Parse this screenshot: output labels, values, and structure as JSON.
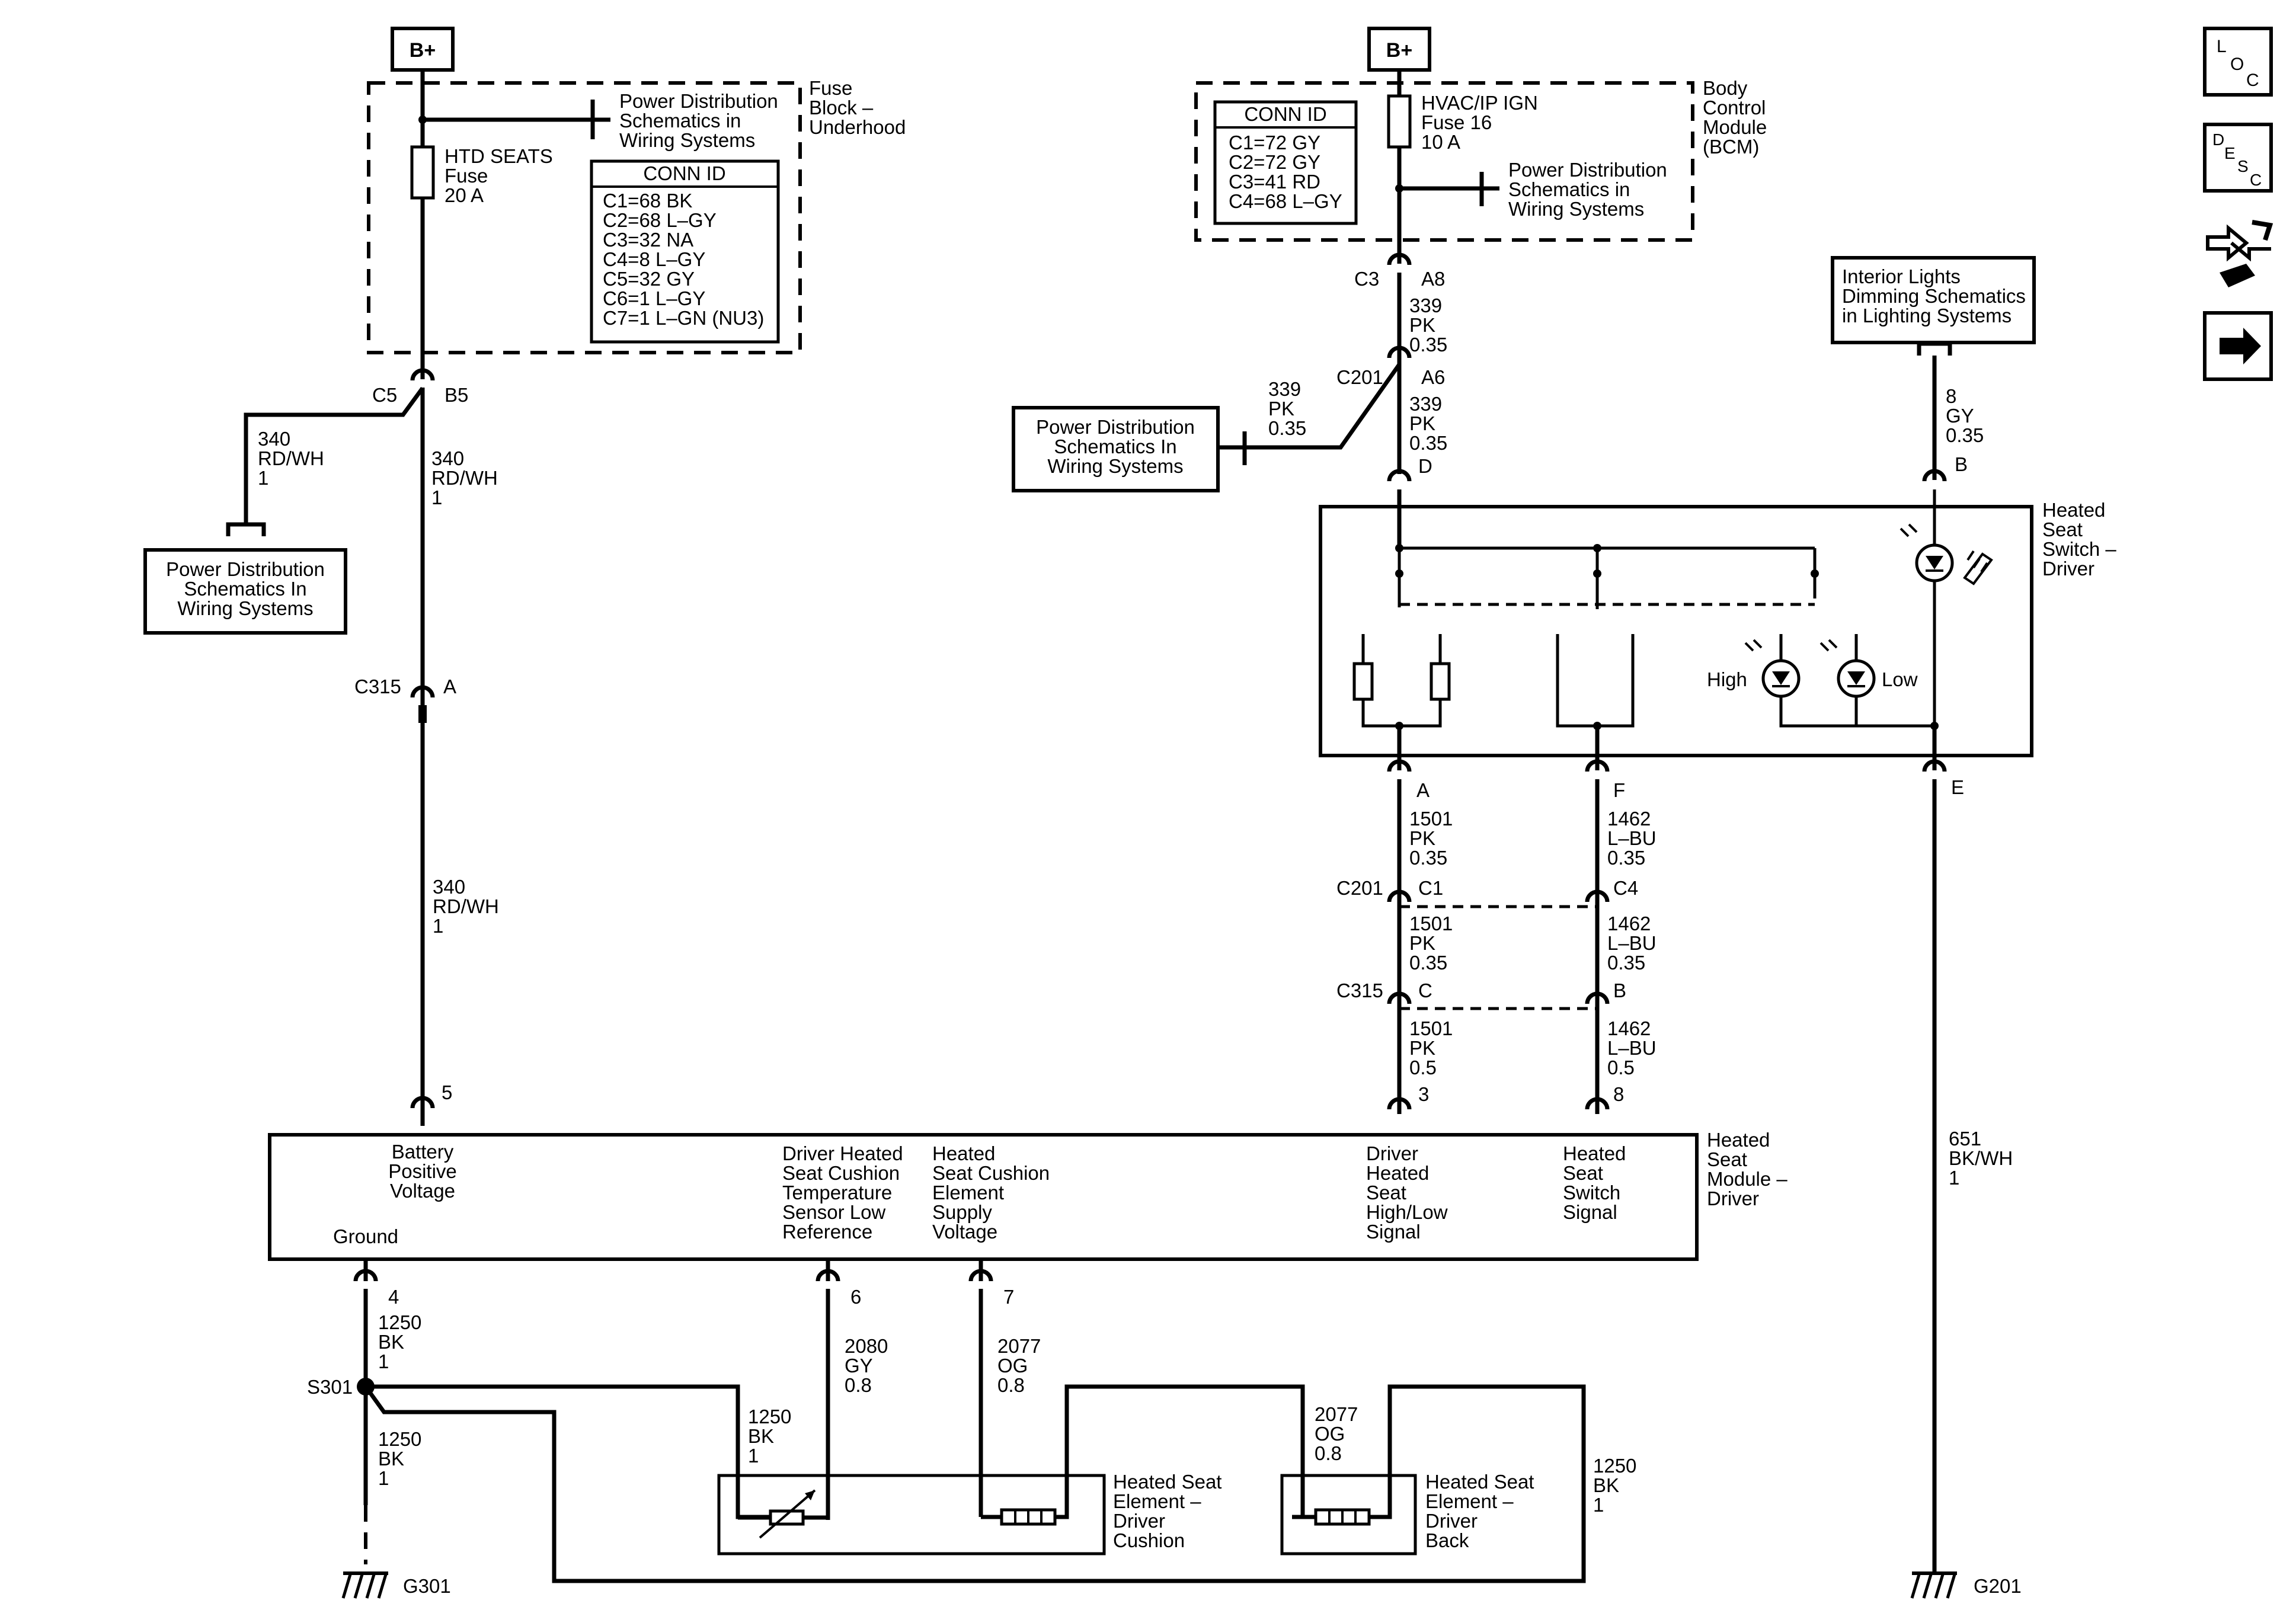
{
  "battery_plus": "B+",
  "fuse_block": {
    "title": [
      "Fuse",
      "Block –",
      "Underhood"
    ],
    "fuse": [
      "HTD SEATS",
      "Fuse",
      "20 A"
    ],
    "pd_ref": [
      "Power Distribution",
      "Schematics in",
      "Wiring Systems"
    ],
    "conn_id_title": "CONN ID",
    "conn_id": [
      "C1=68 BK",
      "C2=68 L–GY",
      "C3=32 NA",
      "C4=8 L–GY",
      "C5=32 GY",
      "C6=1 L–GY",
      "C7=1 L–GN (NU3)"
    ]
  },
  "bcm": {
    "title": [
      "Body",
      "Control",
      "Module",
      "(BCM)"
    ],
    "fuse": [
      "HVAC/IP IGN",
      "Fuse 16",
      "10 A"
    ],
    "pd_ref": [
      "Power Distribution",
      "Schematics in",
      "Wiring Systems"
    ],
    "conn_id_title": "CONN ID",
    "conn_id": [
      "C1=72 GY",
      "C2=72 GY",
      "C3=41 RD",
      "C4=68 L–GY"
    ]
  },
  "left_pd_ref": [
    "Power Distribution",
    "Schematics In",
    "Wiring Systems"
  ],
  "mid_pd_ref": [
    "Power Distribution",
    "Schematics In",
    "Wiring Systems"
  ],
  "dimming_ref": [
    "Interior Lights",
    "Dimming Schematics",
    "in Lighting Systems"
  ],
  "connectors": {
    "c5": "C5",
    "b5": "B5",
    "c315": "C315",
    "a": "A",
    "pin5": "5",
    "c3": "C3",
    "a8": "A8",
    "c201": "C201",
    "a6": "A6",
    "d": "D",
    "b": "B",
    "e": "E",
    "pa": "A",
    "pf": "F",
    "c201b": "C201",
    "c1": "C1",
    "c4": "C4",
    "c315b": "C315",
    "c": "C",
    "bb": "B",
    "p3": "3",
    "p8": "8",
    "p4": "4",
    "p6": "6",
    "p7": "7"
  },
  "wires": {
    "w340a": [
      "340",
      "RD/WH",
      "1"
    ],
    "w340b": [
      "340",
      "RD/WH",
      "1"
    ],
    "w340c": [
      "340",
      "RD/WH",
      "1"
    ],
    "w339a": [
      "339",
      "PK",
      "0.35"
    ],
    "w339b": [
      "339",
      "PK",
      "0.35"
    ],
    "w339c": [
      "339",
      "PK",
      "0.35"
    ],
    "w8": [
      "8",
      "GY",
      "0.35"
    ],
    "w1501a": [
      "1501",
      "PK",
      "0.35"
    ],
    "w1462a": [
      "1462",
      "L–BU",
      "0.35"
    ],
    "w1501b": [
      "1501",
      "PK",
      "0.35"
    ],
    "w1462b": [
      "1462",
      "L–BU",
      "0.35"
    ],
    "w1501c": [
      "1501",
      "PK",
      "0.5"
    ],
    "w1462c": [
      "1462",
      "L–BU",
      "0.5"
    ],
    "w651": [
      "651",
      "BK/WH",
      "1"
    ],
    "w1250a": [
      "1250",
      "BK",
      "1"
    ],
    "w1250b": [
      "1250",
      "BK",
      "1"
    ],
    "w1250c": [
      "1250",
      "BK",
      "1"
    ],
    "w1250d": [
      "1250",
      "BK",
      "1"
    ],
    "w2080": [
      "2080",
      "GY",
      "0.8"
    ],
    "w2077a": [
      "2077",
      "OG",
      "0.8"
    ],
    "w2077b": [
      "2077",
      "OG",
      "0.8"
    ]
  },
  "switch": {
    "title": [
      "Heated",
      "Seat",
      "Switch –",
      "Driver"
    ],
    "high": "High",
    "low": "Low"
  },
  "module": {
    "title": [
      "Heated",
      "Seat",
      "Module –",
      "Driver"
    ],
    "battery": [
      "Battery",
      "Positive",
      "Voltage"
    ],
    "ground": "Ground",
    "temp_ref": [
      "Driver Heated",
      "Seat Cushion",
      "Temperature",
      "Sensor Low",
      "Reference"
    ],
    "supply": [
      "Heated",
      "Seat Cushion",
      "Element",
      "Supply",
      "Voltage"
    ],
    "highlow": [
      "Driver",
      "Heated",
      "Seat",
      "High/Low",
      "Signal"
    ],
    "switch_sig": [
      "Heated",
      "Seat",
      "Switch",
      "Signal"
    ]
  },
  "cushion_element": [
    "Heated Seat",
    "Element –",
    "Driver",
    "Cushion"
  ],
  "back_element": [
    "Heated Seat",
    "Element –",
    "Driver",
    "Back"
  ],
  "splice": "S301",
  "grounds": {
    "g301": "G301",
    "g201": "G201"
  },
  "side_icons": [
    "loc-icon",
    "desc-icon",
    "connector-tool-icon",
    "next-arrow-icon"
  ],
  "side_icon_text": {
    "loc_l": "L",
    "loc_o": "O",
    "loc_c": "C",
    "desc_d": "D",
    "desc_e": "E",
    "desc_s": "S",
    "desc_c": "C"
  }
}
